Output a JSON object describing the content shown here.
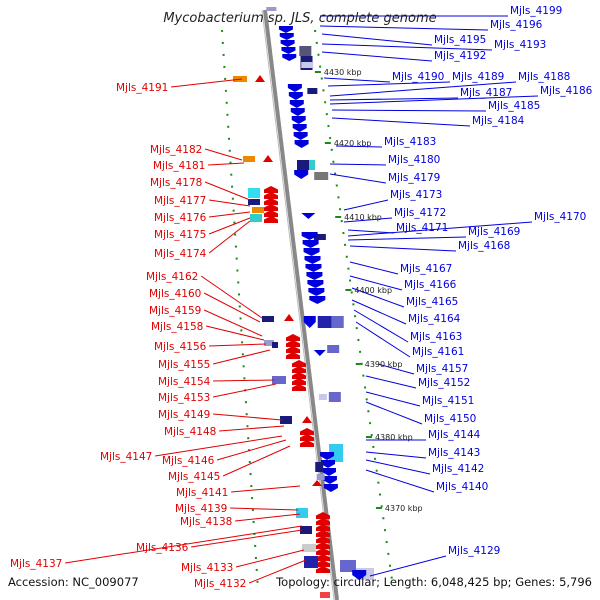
{
  "title": "Mycobacterium sp. JLS, complete genome",
  "footer": {
    "accession": "Accession: NC_009077",
    "summary": "Topology: circular; Length: 6,048,425 bp; Genes: 5,796"
  },
  "colors": {
    "forward": "#e00000",
    "reverse": "#0000dd",
    "backbone": "#888888",
    "tick": "#1a8a1a"
  },
  "scale_ticks": [
    {
      "label": "4430 kbp"
    },
    {
      "label": "4420 kbp"
    },
    {
      "label": "4410 kbp"
    },
    {
      "label": "4400 kbp"
    },
    {
      "label": "4390 kbp"
    },
    {
      "label": "4380 kbp"
    },
    {
      "label": "4370 kbp"
    }
  ],
  "left_genes": [
    "Mjls_4191",
    "Mjls_4182",
    "Mjls_4181",
    "Mjls_4178",
    "Mjls_4177",
    "Mjls_4176",
    "Mjls_4175",
    "Mjls_4174",
    "Mjls_4162",
    "Mjls_4160",
    "Mjls_4159",
    "Mjls_4158",
    "Mjls_4156",
    "Mjls_4155",
    "Mjls_4154",
    "Mjls_4153",
    "Mjls_4149",
    "Mjls_4148",
    "Mjls_4147",
    "Mjls_4146",
    "Mjls_4145",
    "Mjls_4141",
    "Mjls_4139",
    "Mjls_4138",
    "Mjls_4137",
    "Mjls_4136",
    "Mjls_4133",
    "Mjls_4132"
  ],
  "right_genes": [
    "Mjls_4199",
    "Mjls_4196",
    "Mjls_4195",
    "Mjls_4193",
    "Mjls_4192",
    "Mjls_4190",
    "Mjls_4189",
    "Mjls_4188",
    "Mjls_4187",
    "Mjls_4186",
    "Mjls_4185",
    "Mjls_4184",
    "Mjls_4183",
    "Mjls_4180",
    "Mjls_4179",
    "Mjls_4173",
    "Mjls_4172",
    "Mjls_4171",
    "Mjls_4170",
    "Mjls_4169",
    "Mjls_4168",
    "Mjls_4167",
    "Mjls_4166",
    "Mjls_4165",
    "Mjls_4164",
    "Mjls_4163",
    "Mjls_4161",
    "Mjls_4157",
    "Mjls_4152",
    "Mjls_4151",
    "Mjls_4150",
    "Mjls_4144",
    "Mjls_4143",
    "Mjls_4142",
    "Mjls_4140",
    "Mjls_4129"
  ]
}
